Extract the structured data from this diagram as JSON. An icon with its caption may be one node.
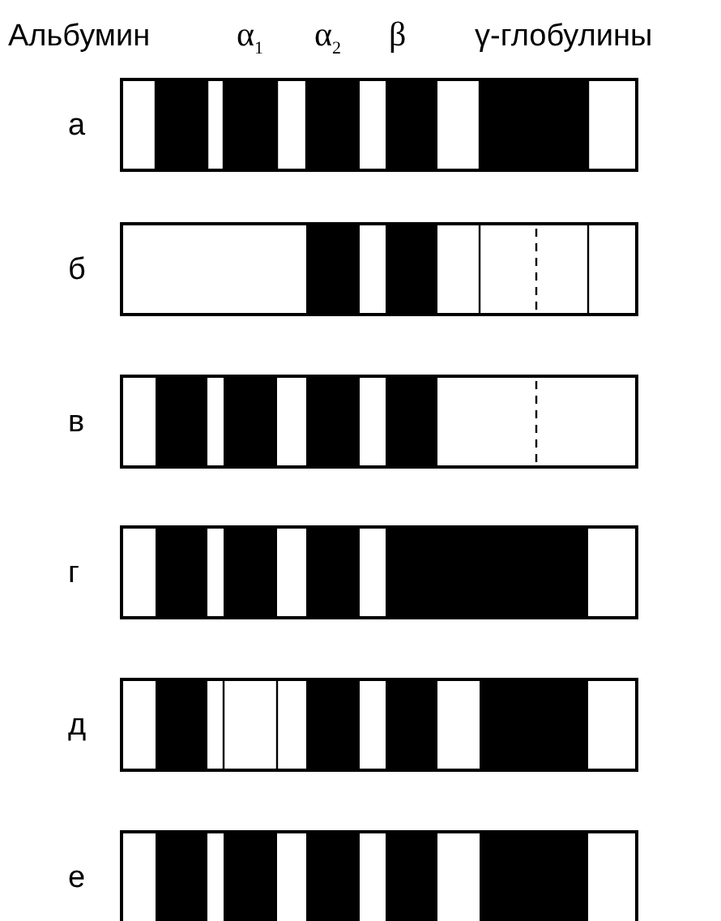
{
  "diagram": {
    "labels": [
      "Альбумин",
      "α$_{1}$",
      "α$_{2}$",
      "β",
      "γ-глобулины",
      "а",
      "б",
      "в",
      "г",
      "д",
      "е"
    ]
  }
}
